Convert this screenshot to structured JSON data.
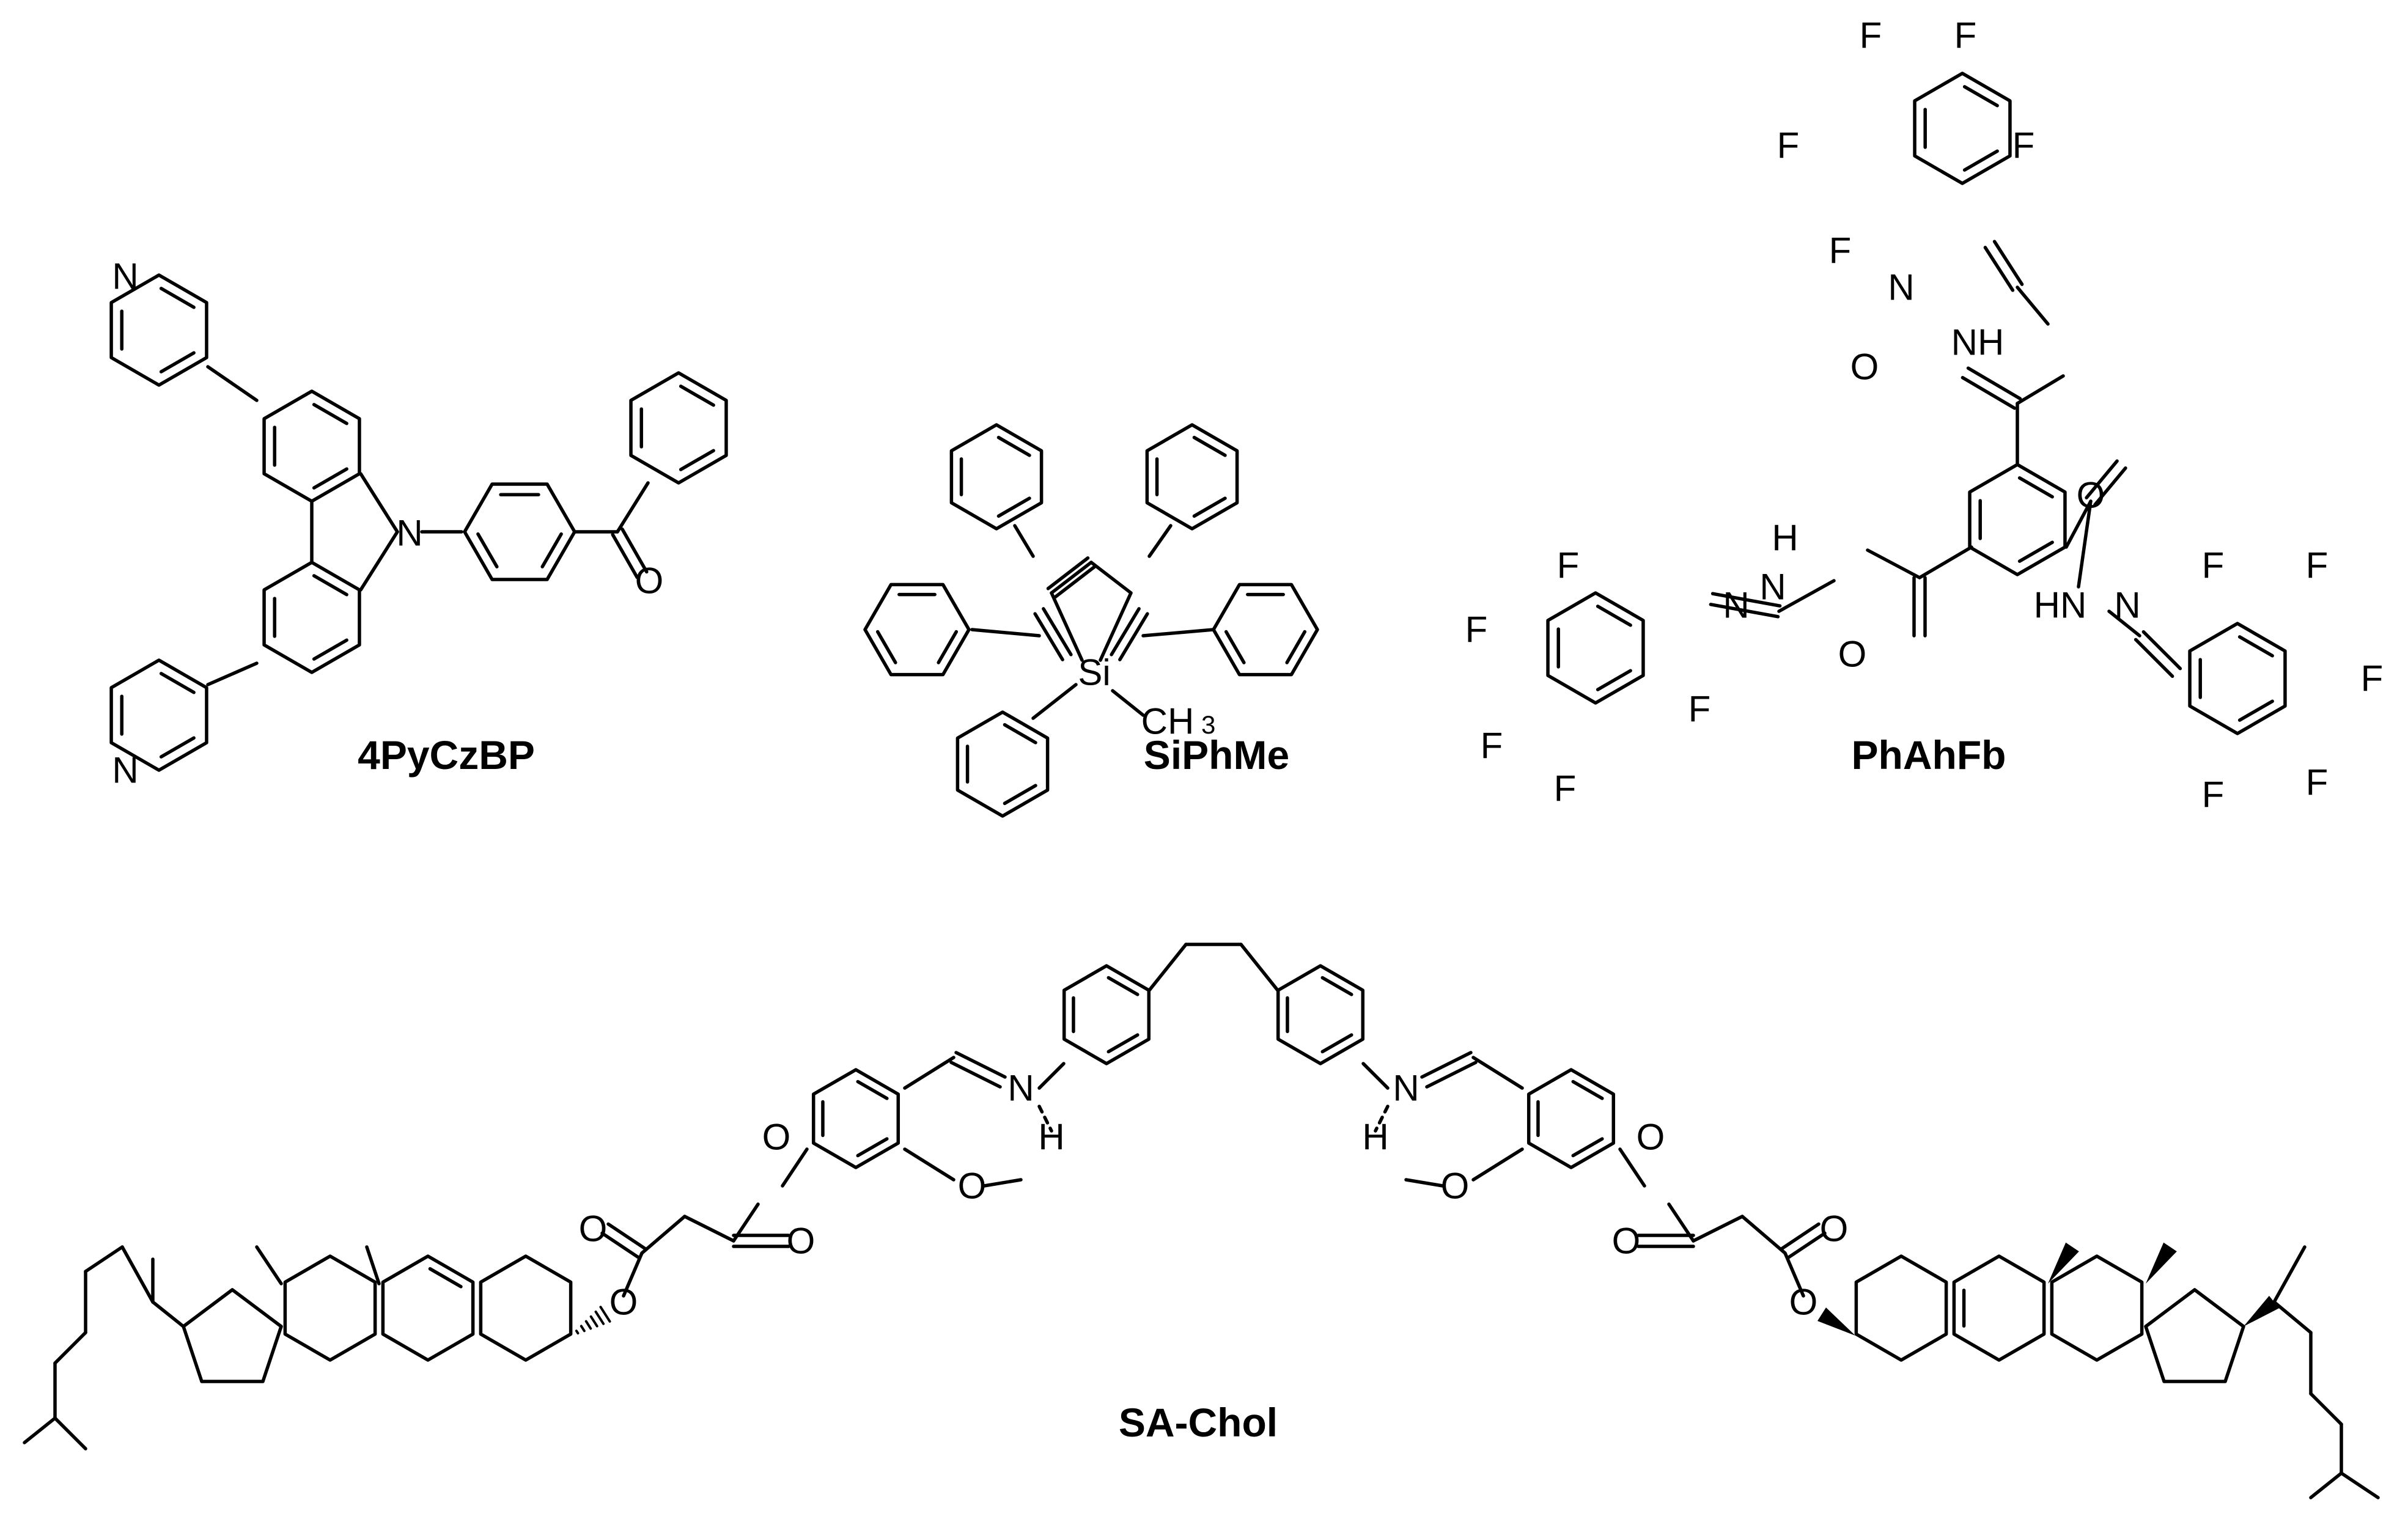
{
  "compounds": {
    "pycz": {
      "name": "4PyCzBP"
    },
    "siph": {
      "name": "SiPhMe"
    },
    "phah": {
      "name": "PhAhFb"
    },
    "sachol": {
      "name": "SA-Chol"
    }
  },
  "atoms": {
    "nitrogen": "N",
    "oxygen": "O",
    "fluorine": "F",
    "hydrogen": "H",
    "nh": "NH",
    "hn": "HN",
    "silicon": "Si",
    "methyl": "CH",
    "methyl_sub": "3"
  },
  "colors": {
    "ink": "#000000",
    "background": "#ffffff"
  }
}
